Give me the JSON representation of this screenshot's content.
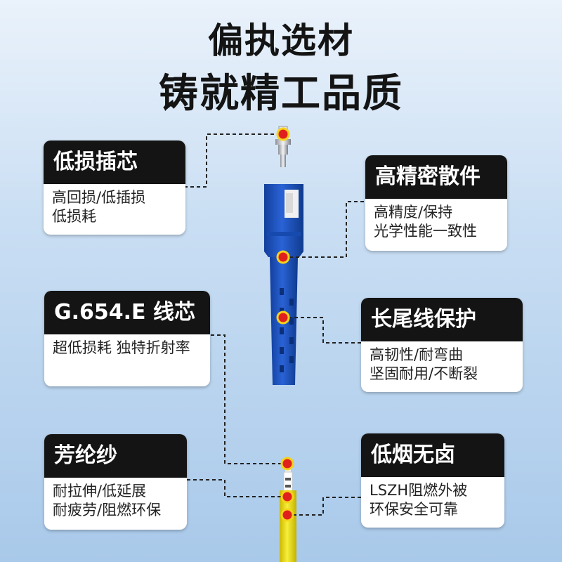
{
  "header": {
    "line1": "偏执选材",
    "line2": "铸就精工品质"
  },
  "cards": {
    "ferrule": {
      "title": "低损插芯",
      "lines": [
        "高回损/低插损",
        "低损耗"
      ]
    },
    "parts": {
      "title": "高精密散件",
      "lines": [
        "高精度/保持",
        "光学性能一致性"
      ]
    },
    "core": {
      "title": "G.654.E 线芯",
      "lines": [
        "超低损耗 独特折射率"
      ]
    },
    "tail": {
      "title": "长尾线保护",
      "lines": [
        "高韧性/耐弯曲",
        "坚固耐用/不断裂"
      ]
    },
    "aramid": {
      "title": "芳纶纱",
      "lines": [
        "耐拉伸/低延展",
        "耐疲劳/阻燃环保"
      ]
    },
    "lszh": {
      "title": "低烟无卤",
      "lines": [
        "LSZH阻燃外被",
        "环保安全可靠"
      ]
    }
  },
  "colors": {
    "connector_blue": "#1f56c6",
    "cable_yellow": "#f3ea2a",
    "marker_red": "#e0201c",
    "marker_ring": "#f6d21b",
    "card_header": "#141414"
  }
}
